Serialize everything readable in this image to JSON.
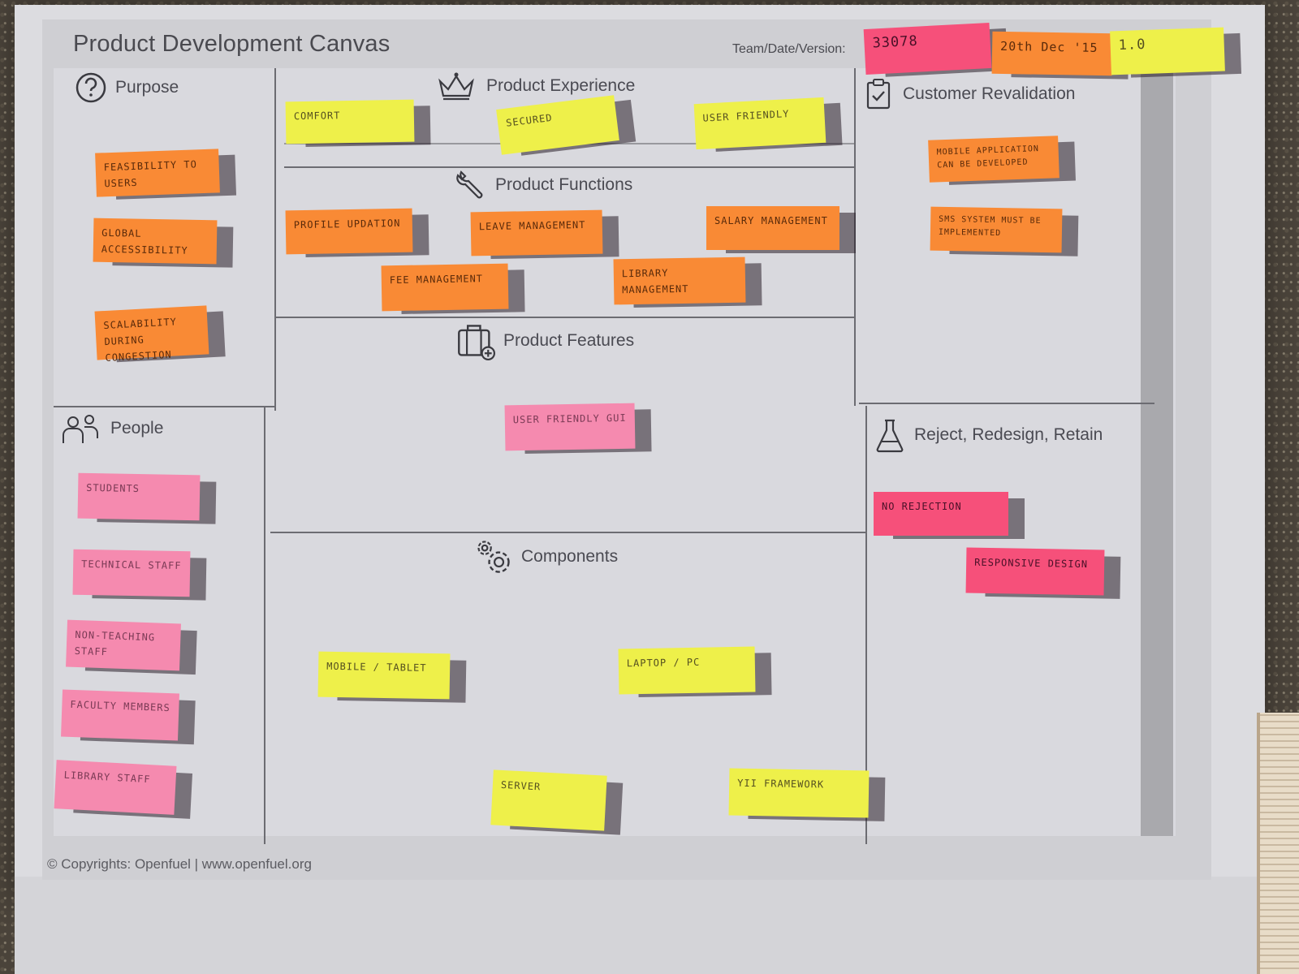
{
  "canvas": {
    "title": "Product Development Canvas",
    "team_label": "Team/Date/Version:",
    "copyright": "© Copyrights: Openfuel | www.openfuel.org"
  },
  "header_notes": [
    {
      "text": "33078",
      "color": "#f6507a"
    },
    {
      "text": "20th Dec '15",
      "color": "#f98a35"
    },
    {
      "text": "1.0",
      "color": "#eef04a"
    }
  ],
  "sections": {
    "purpose": {
      "title": "Purpose",
      "icon": "question-icon"
    },
    "people": {
      "title": "People",
      "icon": "people-icon"
    },
    "product_experience": {
      "title": "Product Experience",
      "icon": "crown-icon"
    },
    "product_functions": {
      "title": "Product Functions",
      "icon": "wrench-icon"
    },
    "product_features": {
      "title": "Product Features",
      "icon": "briefcase-plus-icon"
    },
    "components": {
      "title": "Components",
      "icon": "gears-icon"
    },
    "customer_revalidation": {
      "title": "Customer Revalidation",
      "icon": "clipboard-check-icon"
    },
    "reject": {
      "title": "Reject, Redesign, Retain",
      "icon": "flask-icon"
    }
  },
  "notes": {
    "purpose": [
      "FEASIBILITY TO USERS",
      "GLOBAL ACCESSIBILITY",
      "SCALABILITY DURING CONGESTION"
    ],
    "people": [
      "STUDENTS",
      "TECHNICAL STAFF",
      "NON-TEACHING STAFF",
      "FACULTY MEMBERS",
      "LIBRARY STAFF"
    ],
    "product_experience": [
      "COMFORT",
      "SECURED",
      "USER FRIENDLY"
    ],
    "product_functions": [
      "PROFILE UPDATION",
      "LEAVE MANAGEMENT",
      "SALARY MANAGEMENT",
      "FEE MANAGEMENT",
      "LIBRARY MANAGEMENT"
    ],
    "product_features": [
      "USER FRIENDLY GUI"
    ],
    "components": [
      "MOBILE / TABLET",
      "LAPTOP / PC",
      "SERVER",
      "YII FRAMEWORK"
    ],
    "customer_revalidation": [
      "MOBILE APPLICATION CAN BE DEVELOPED",
      "SMS SYSTEM MUST BE IMPLEMENTED"
    ],
    "reject": [
      "NO REJECTION",
      "RESPONSIVE DESIGN"
    ]
  },
  "colors": {
    "yellow": "#eef04a",
    "orange": "#f98a35",
    "pink": "#f58aaf",
    "hot_pink": "#f6507a"
  }
}
